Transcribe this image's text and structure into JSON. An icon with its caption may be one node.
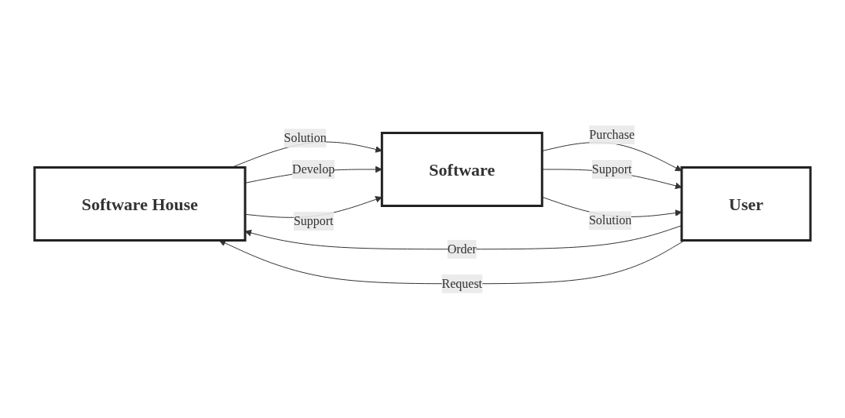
{
  "diagram": {
    "nodes": [
      {
        "text": [
          "Software House"
        ]
      },
      {
        "text": [
          "User"
        ]
      },
      {
        "text": [
          "Software"
        ]
      }
    ],
    "edges": [
      {
        "from": 1,
        "to": 0,
        "arrow": "to",
        "label": "Order"
      },
      {
        "from": 1,
        "to": 0,
        "arrow": "to",
        "label": "Request"
      },
      {
        "from": 0,
        "to": 2,
        "arrow": "to",
        "label": "Solution"
      },
      {
        "from": 0,
        "to": 2,
        "arrow": "to",
        "label": "Develop"
      },
      {
        "from": 0,
        "to": 2,
        "arrow": "to",
        "label": "Support"
      },
      {
        "from": 2,
        "to": 1,
        "arrow": "to",
        "label": "Purchase"
      },
      {
        "from": 2,
        "to": 1,
        "arrow": "to",
        "label": "Support"
      },
      {
        "from": 2,
        "to": 1,
        "arrow": "to",
        "label": "Solution"
      }
    ]
  }
}
